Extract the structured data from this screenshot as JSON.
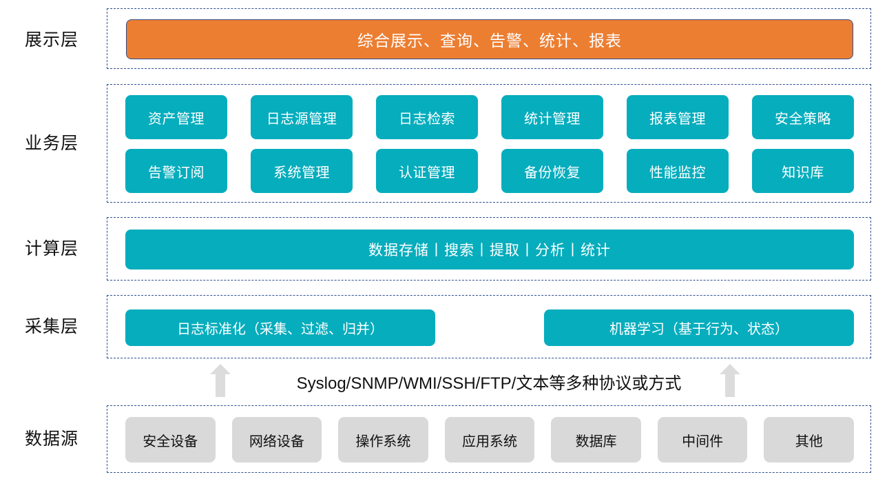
{
  "layers": [
    {
      "label": "展示层"
    },
    {
      "label": "业务层"
    },
    {
      "label": "计算层"
    },
    {
      "label": "采集层"
    },
    {
      "label": "数据源"
    }
  ],
  "presentation": {
    "banner": "综合展示、查询、告警、统计、报表"
  },
  "business": {
    "tiles": [
      {
        "label": "资产管理"
      },
      {
        "label": "日志源管理"
      },
      {
        "label": "日志检索"
      },
      {
        "label": "统计管理"
      },
      {
        "label": "报表管理"
      },
      {
        "label": "安全策略"
      },
      {
        "label": "告警订阅"
      },
      {
        "label": "系统管理"
      },
      {
        "label": "认证管理"
      },
      {
        "label": "备份恢复"
      },
      {
        "label": "性能监控"
      },
      {
        "label": "知识库"
      }
    ]
  },
  "compute": {
    "bar": "数据存储丨搜索丨提取丨分析丨统计"
  },
  "collection": {
    "left": "日志标准化（采集、过滤、归并）",
    "right": "机器学习（基于行为、状态）"
  },
  "protocol": {
    "text": "Syslog/SNMP/WMI/SSH/FTP/文本等多种协议或方式"
  },
  "datasource": {
    "tiles": [
      {
        "label": "安全设备"
      },
      {
        "label": "网络设备"
      },
      {
        "label": "操作系统"
      },
      {
        "label": "应用系统"
      },
      {
        "label": "数据库"
      },
      {
        "label": "中间件"
      },
      {
        "label": "其他"
      }
    ]
  },
  "colors": {
    "accent_orange": "#EC7E32",
    "accent_teal": "#06ADBD",
    "tile_gray": "#D9D9D9",
    "dashed_border": "#2E4E8F",
    "arrow_gray": "#DCDCDC"
  }
}
